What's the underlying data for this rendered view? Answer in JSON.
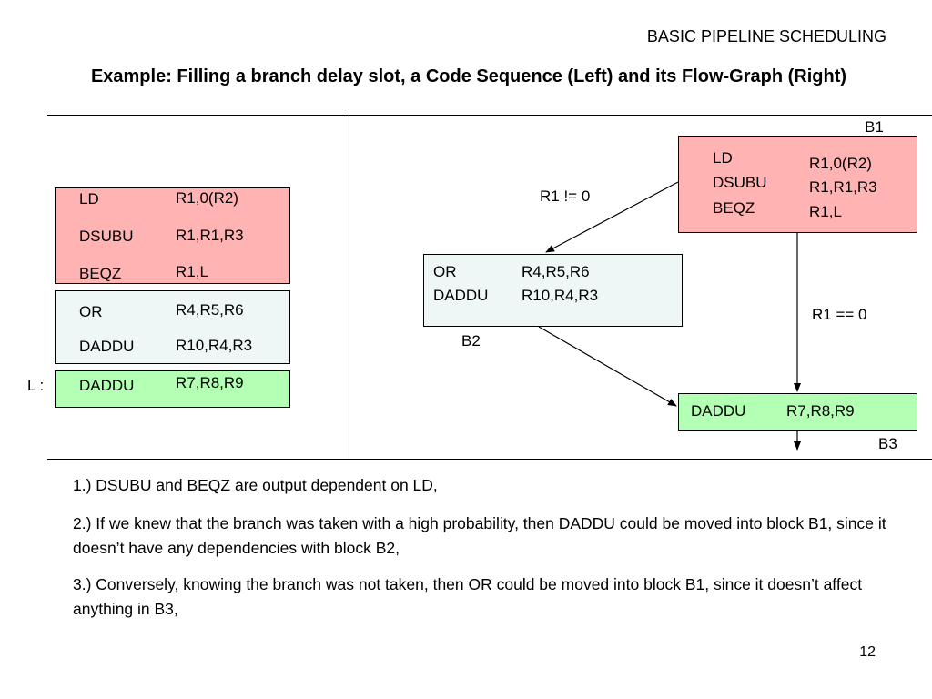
{
  "header": "BASIC PIPELINE SCHEDULING",
  "title": "Example: Filling a branch delay slot, a Code Sequence (Left) and its Flow-Graph (Right)",
  "left": {
    "block1": [
      {
        "op": "LD",
        "args": "R1,0(R2)"
      },
      {
        "op": "DSUBU",
        "args": "R1,R1,R3"
      },
      {
        "op": "BEQZ",
        "args": "R1,L"
      }
    ],
    "block2": [
      {
        "op": "OR",
        "args": "R4,R5,R6"
      },
      {
        "op": "DADDU",
        "args": "R10,R4,R3"
      }
    ],
    "label": "L :",
    "block3": [
      {
        "op": "DADDU",
        "args": "R7,R8,R9"
      }
    ]
  },
  "flow": {
    "b1": {
      "name": "B1",
      "ops": [
        "LD",
        "DSUBU",
        "BEQZ"
      ],
      "args": [
        "R1,0(R2)",
        "R1,R1,R3",
        "R1,L"
      ]
    },
    "b2": {
      "name": "B2",
      "ops": [
        "OR",
        "DADDU"
      ],
      "args": [
        "R4,R5,R6",
        "R10,R4,R3"
      ]
    },
    "b3": {
      "name": "B3",
      "op": "DADDU",
      "args": "R7,R8,R9"
    },
    "edge_not_taken": "R1 != 0",
    "edge_taken": "R1 == 0"
  },
  "bullets": [
    "1.) DSUBU and BEQZ are output dependent on LD,",
    "2.) If we knew that the branch was taken with a high probability, then DADDU could be moved into block B1, since it doesn’t have any dependencies with block B2,",
    "3.) Conversely, knowing the branch was not taken, then OR could be moved into block B1, since it doesn’t affect anything in B3,"
  ],
  "page_number": "12",
  "colors": {
    "red_block": "#ffb3b3",
    "blue_block": "#eef6f6",
    "green_block": "#b3ffb3"
  }
}
